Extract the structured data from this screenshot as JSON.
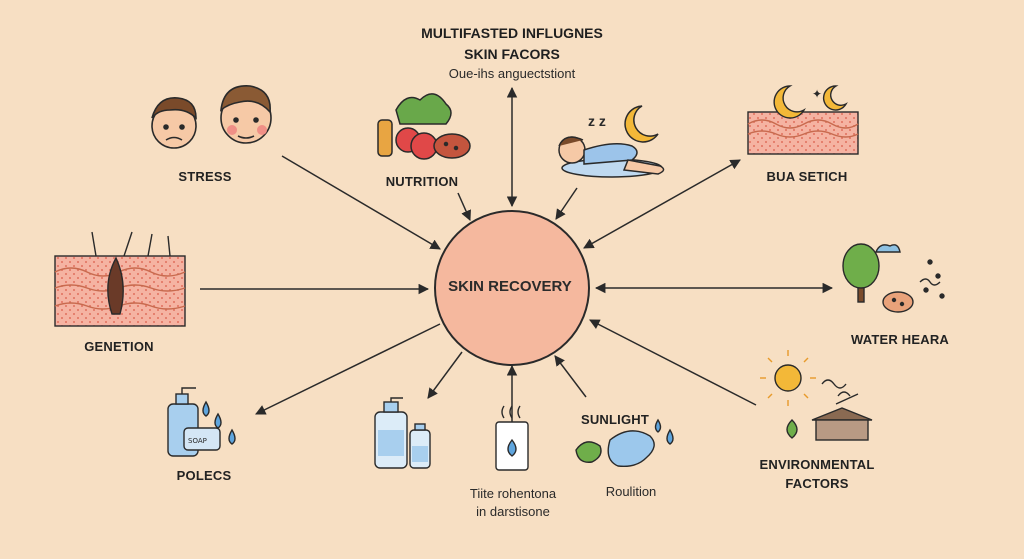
{
  "header": {
    "title_line1": "MULTIFASTED INFLUGNES",
    "title_line2": "SKIN FACORS",
    "subtitle": "Oue-ihs anguectstiont"
  },
  "center": {
    "label": "SKIN RECOVERY"
  },
  "nodes": {
    "stress": "STRESS",
    "nutrition": "NUTRITION",
    "sleep_label": "BUA SETICH",
    "genetion": "GENETION",
    "water": "WATER HEARA",
    "polecs": "POLECS",
    "product_caption_line1": "Tiite rohentona",
    "product_caption_line2": "in darstisone",
    "sunlight": "SUNLIGHT",
    "roulition": "Roulition",
    "environmental_line1": "ENVIRONMENTAL",
    "environmental_line2": "FACTORS"
  },
  "icons": [
    "faces-icon",
    "vegetables-icon",
    "sleeping-person-icon",
    "moon-skin-icon",
    "skin-layer-icon",
    "tree-water-icon",
    "soap-bottle-icon",
    "lotion-bottles-icon",
    "humidifier-icon",
    "water-splash-icon",
    "sun-house-icon"
  ],
  "colors": {
    "background": "#f7dfc3",
    "center_fill": "#f5b89e",
    "arrow": "#2a2a2a",
    "skin_pink": "#f3b0a0"
  }
}
